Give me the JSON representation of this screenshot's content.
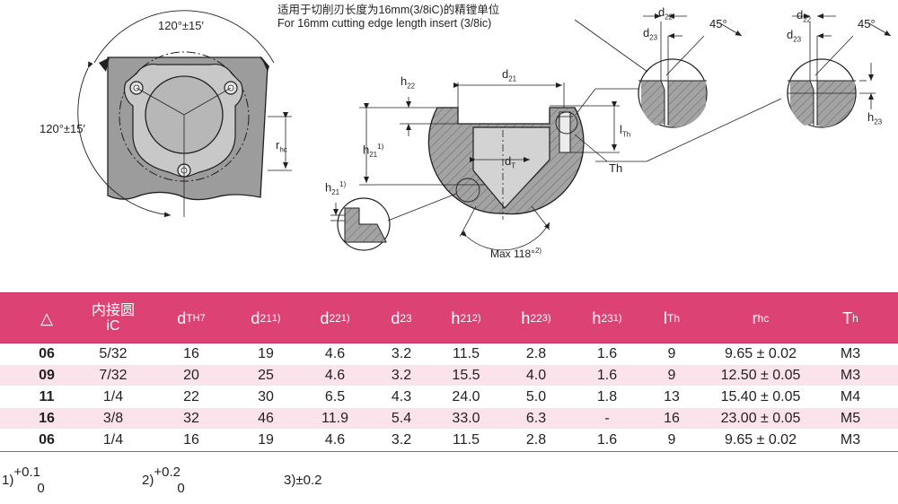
{
  "caption": {
    "zh": "适用于切削刃长度为16mm(3/8iC)的精镗单位",
    "en": "For 16mm cutting  edge length insert (3/8ic)"
  },
  "drawing_labels": {
    "angle_top": "120°±15′",
    "angle_left": "120°±15′",
    "r_hc": "r",
    "r_hc_sub": "hc",
    "h22": "h",
    "h22_sub": "22",
    "d21": "d",
    "d21_sub": "21",
    "h21": "h",
    "h21_sub": "21",
    "h21_sup": "1)",
    "h21b": "h",
    "h21b_sub": "21",
    "h21b_sup": "1)",
    "lth": "l",
    "lth_sub": "Th",
    "th": "Th",
    "dt": "d",
    "dt_sub": "T",
    "max_angle": "Max 118°",
    "max_angle_sup": "2)",
    "d22_a": "d",
    "d22_a_sub": "22",
    "d23_a": "d",
    "d23_a_sub": "23",
    "deg45_a": "45°",
    "d22_b": "d",
    "d22_b_sub": "22",
    "d23_b": "d",
    "d23_b_sub": "23",
    "deg45_b": "45°",
    "h23": "h",
    "h23_sub": "23"
  },
  "table": {
    "headers": [
      {
        "main": "△",
        "sub": "",
        "sup": ""
      },
      {
        "main": "内接圆",
        "sub": "iC",
        "sup": ""
      },
      {
        "main": "d",
        "sub": "T",
        "sup": "H7"
      },
      {
        "main": "d",
        "sub": "21",
        "sup": "1)"
      },
      {
        "main": "d",
        "sub": "22",
        "sup": "1)"
      },
      {
        "main": "d",
        "sub": "23",
        "sup": ""
      },
      {
        "main": "h",
        "sub": "21",
        "sup": "2)"
      },
      {
        "main": "h",
        "sub": "22",
        "sup": "3)"
      },
      {
        "main": "h",
        "sub": "23",
        "sup": "1)"
      },
      {
        "main": "l",
        "sub": "Th",
        "sup": ""
      },
      {
        "main": "r",
        "sub": "hc",
        "sup": ""
      },
      {
        "main": "T",
        "sub": "h",
        "sup": ""
      }
    ],
    "rows": [
      [
        "06",
        "5/32",
        "16",
        "19",
        "4.6",
        "3.2",
        "11.5",
        "2.8",
        "1.6",
        "9",
        "9.65 ± 0.02",
        "M3"
      ],
      [
        "09",
        "7/32",
        "20",
        "25",
        "4.6",
        "3.2",
        "15.5",
        "4.0",
        "1.6",
        "9",
        "12.50 ± 0.05",
        "M3"
      ],
      [
        "11",
        "1/4",
        "22",
        "30",
        "6.5",
        "4.3",
        "24.0",
        "5.0",
        "1.8",
        "13",
        "15.40 ± 0.05",
        "M4"
      ],
      [
        "16",
        "3/8",
        "32",
        "46",
        "11.9",
        "5.4",
        "33.0",
        "6.3",
        "-",
        "16",
        "23.00 ± 0.05",
        "M5"
      ],
      [
        "06",
        "1/4",
        "16",
        "19",
        "4.6",
        "3.2",
        "11.5",
        "2.8",
        "1.6",
        "9",
        "9.65 ± 0.02",
        "M3"
      ]
    ]
  },
  "footnotes": [
    {
      "mark": "1)",
      "upper": "+0.1",
      "lower": "0"
    },
    {
      "mark": "2)",
      "upper": "+0.2",
      "lower": "0"
    },
    {
      "mark": "3)",
      "text": "±0.2"
    }
  ],
  "colors": {
    "header_bg": "#dc4374",
    "alt_row_bg": "#fbe3ec",
    "steel": "#9a9a9a"
  }
}
